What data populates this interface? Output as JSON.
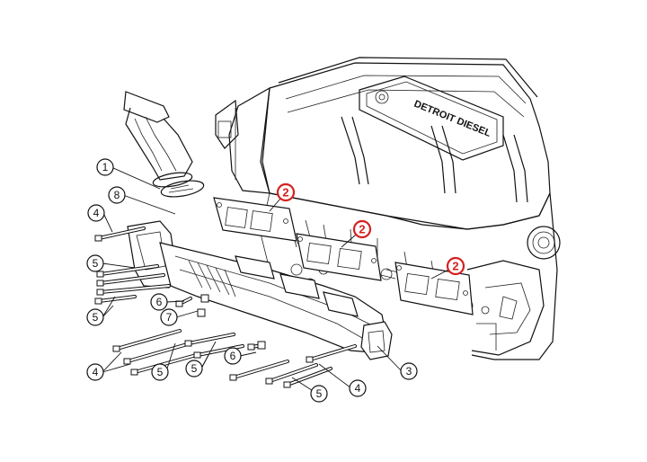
{
  "diagram": {
    "callouts": [
      {
        "id": "c1",
        "label": "1"
      },
      {
        "id": "c8",
        "label": "8"
      },
      {
        "id": "c4a",
        "label": "4"
      },
      {
        "id": "c5a",
        "label": "5"
      },
      {
        "id": "c5b",
        "label": "5"
      },
      {
        "id": "c6a",
        "label": "6"
      },
      {
        "id": "c7",
        "label": "7"
      },
      {
        "id": "c4b",
        "label": "4"
      },
      {
        "id": "c5c",
        "label": "5"
      },
      {
        "id": "c5d",
        "label": "5"
      },
      {
        "id": "c6b",
        "label": "6"
      },
      {
        "id": "c5e",
        "label": "5"
      },
      {
        "id": "c4c",
        "label": "4"
      },
      {
        "id": "c3",
        "label": "3"
      },
      {
        "id": "c2a",
        "label": "2",
        "highlight": true
      },
      {
        "id": "c2b",
        "label": "2",
        "highlight": true
      },
      {
        "id": "c2c",
        "label": "2",
        "highlight": true
      }
    ],
    "highlight_color": "#d62020",
    "engine_cover_text": "DETROIT DIESEL"
  }
}
